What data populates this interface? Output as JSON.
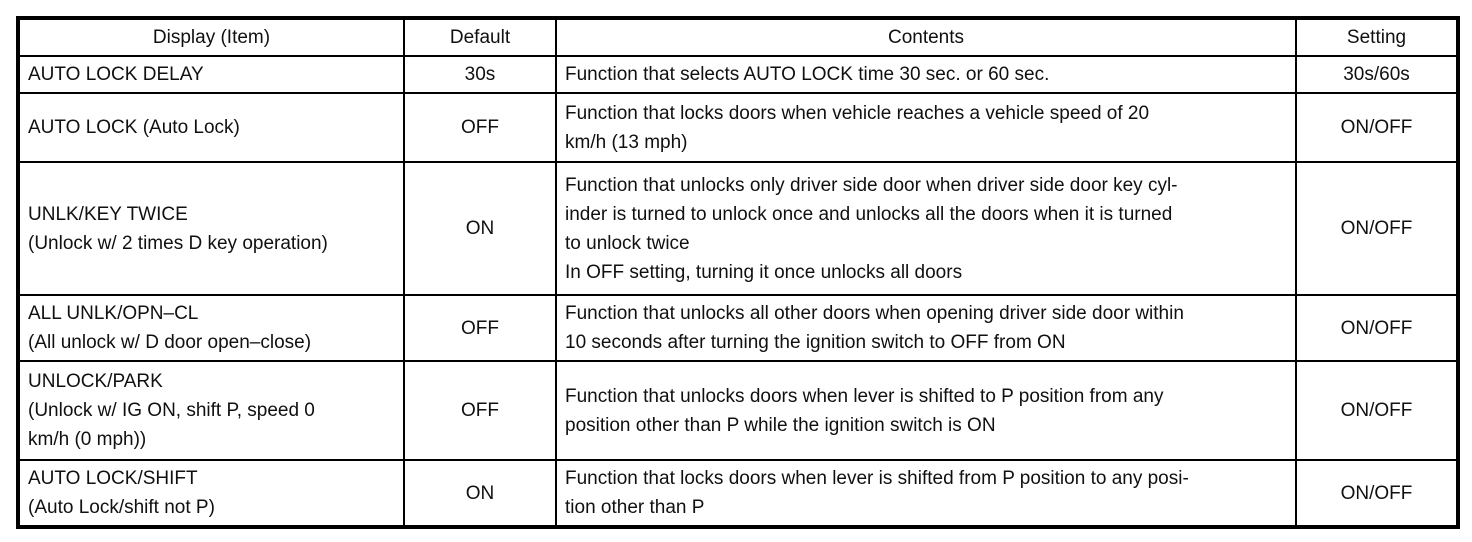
{
  "colors": {
    "background": "#ffffff",
    "border": "#000000",
    "text": "#101010"
  },
  "table": {
    "columns": [
      {
        "key": "display",
        "label": "Display (Item)"
      },
      {
        "key": "default",
        "label": "Default"
      },
      {
        "key": "contents",
        "label": "Contents"
      },
      {
        "key": "setting",
        "label": "Setting"
      }
    ],
    "rows": [
      {
        "display": "AUTO LOCK DELAY",
        "default": "30s",
        "contents": "Function that selects AUTO LOCK time 30 sec. or 60 sec.",
        "setting": "30s/60s"
      },
      {
        "display": "AUTO LOCK (Auto Lock)",
        "default": "OFF",
        "contents": "Function that locks doors when vehicle reaches a vehicle speed of 20\nkm/h (13 mph)",
        "setting": "ON/OFF"
      },
      {
        "display": "UNLK/KEY TWICE\n(Unlock w/ 2 times D key operation)",
        "default": "ON",
        "contents": "Function that unlocks only driver side door when driver side door key cyl-\ninder is turned to unlock once and unlocks all the doors when it is turned\nto unlock twice\nIn OFF setting, turning it once unlocks all doors",
        "setting": "ON/OFF"
      },
      {
        "display": "ALL UNLK/OPN–CL\n(All unlock w/ D door open–close)",
        "default": "OFF",
        "contents": "Function that unlocks all other doors when opening driver side door within\n10 seconds after turning the ignition switch to OFF from ON",
        "setting": "ON/OFF"
      },
      {
        "display": "UNLOCK/PARK\n(Unlock w/ IG ON, shift P, speed 0\nkm/h (0 mph))",
        "default": "OFF",
        "contents": "Function that unlocks doors when lever is shifted to P position from any\nposition other than P while the ignition switch is ON",
        "setting": "ON/OFF"
      },
      {
        "display": "AUTO LOCK/SHIFT\n(Auto Lock/shift not P)",
        "default": "ON",
        "contents": "Function that locks doors when lever is shifted from P position to any posi-\ntion other than P",
        "setting": "ON/OFF"
      }
    ]
  }
}
